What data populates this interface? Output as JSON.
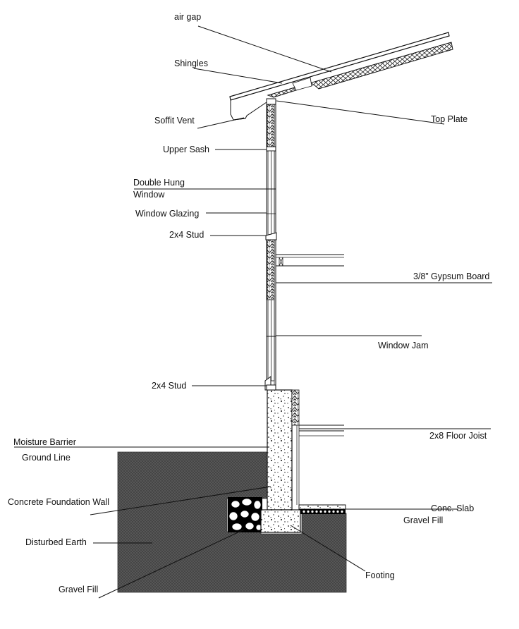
{
  "labels": {
    "air_gap": "air gap",
    "shingles": "Shingles",
    "soffit_vent": "Soffit Vent",
    "top_plate": "Top Plate",
    "upper_sash": "Upper Sash",
    "double_hung_1": "Double Hung",
    "double_hung_2": "Window",
    "window_glazing": "Window Glazing",
    "stud_upper": "2x4 Stud",
    "gypsum_board": "3/8” Gypsum Board",
    "window_jam": "Window Jam",
    "stud_lower": "2x4 Stud",
    "moisture_barrier": "Moisture Barrier",
    "floor_joist": "2x8 Floor Joist",
    "ground_line": "Ground Line",
    "foundation_wall": "Concrete  Foundation Wall",
    "conc_slab": "Conc. Slab",
    "gravel_fill_right": "Gravel Fill",
    "disturbed_earth": "Disturbed Earth",
    "footing": "Footing",
    "gravel_fill_left": "Gravel Fill"
  },
  "colors": {
    "earth": "#555555",
    "line": "#111111",
    "concrete": "#ffffff",
    "background": "#ffffff"
  }
}
